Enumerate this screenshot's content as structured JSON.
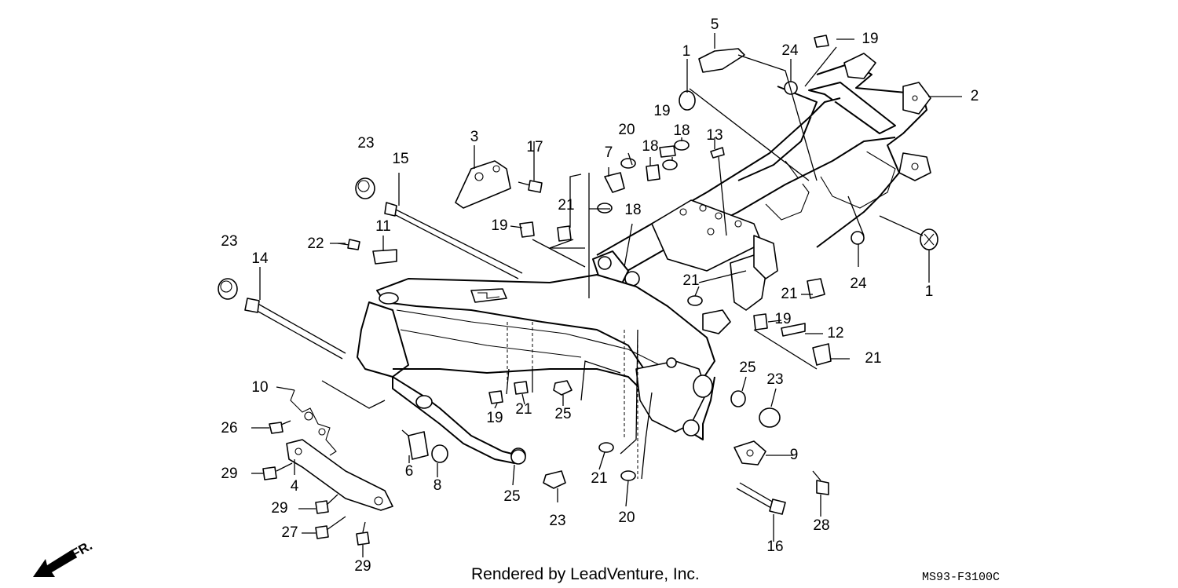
{
  "footer": {
    "credit": "Rendered by LeadVenture, Inc.",
    "diagram_code": "MS93-F3100C"
  },
  "direction_indicator": "FR.",
  "callouts": [
    {
      "id": "c1a",
      "label": "1"
    },
    {
      "id": "c1b",
      "label": "1"
    },
    {
      "id": "c2",
      "label": "2"
    },
    {
      "id": "c3",
      "label": "3"
    },
    {
      "id": "c4",
      "label": "4"
    },
    {
      "id": "c5",
      "label": "5"
    },
    {
      "id": "c6",
      "label": "6"
    },
    {
      "id": "c7",
      "label": "7"
    },
    {
      "id": "c8",
      "label": "8"
    },
    {
      "id": "c9",
      "label": "9"
    },
    {
      "id": "c10",
      "label": "10"
    },
    {
      "id": "c11",
      "label": "11"
    },
    {
      "id": "c12",
      "label": "12"
    },
    {
      "id": "c13",
      "label": "13"
    },
    {
      "id": "c14",
      "label": "14"
    },
    {
      "id": "c15",
      "label": "15"
    },
    {
      "id": "c16",
      "label": "16"
    },
    {
      "id": "c17",
      "label": "17"
    },
    {
      "id": "c18a",
      "label": "18"
    },
    {
      "id": "c18b",
      "label": "18"
    },
    {
      "id": "c18c",
      "label": "18"
    },
    {
      "id": "c19a",
      "label": "19"
    },
    {
      "id": "c19b",
      "label": "19"
    },
    {
      "id": "c19c",
      "label": "19"
    },
    {
      "id": "c19d",
      "label": "19"
    },
    {
      "id": "c19e",
      "label": "19"
    },
    {
      "id": "c20a",
      "label": "20"
    },
    {
      "id": "c20b",
      "label": "20"
    },
    {
      "id": "c21a",
      "label": "21"
    },
    {
      "id": "c21b",
      "label": "21"
    },
    {
      "id": "c21c",
      "label": "21"
    },
    {
      "id": "c21d",
      "label": "21"
    },
    {
      "id": "c21e",
      "label": "21"
    },
    {
      "id": "c21f",
      "label": "21"
    },
    {
      "id": "c22",
      "label": "22"
    },
    {
      "id": "c23a",
      "label": "23"
    },
    {
      "id": "c23b",
      "label": "23"
    },
    {
      "id": "c23c",
      "label": "23"
    },
    {
      "id": "c23d",
      "label": "23"
    },
    {
      "id": "c24a",
      "label": "24"
    },
    {
      "id": "c24b",
      "label": "24"
    },
    {
      "id": "c25a",
      "label": "25"
    },
    {
      "id": "c25b",
      "label": "25"
    },
    {
      "id": "c25c",
      "label": "25"
    },
    {
      "id": "c26",
      "label": "26"
    },
    {
      "id": "c27",
      "label": "27"
    },
    {
      "id": "c28",
      "label": "28"
    },
    {
      "id": "c29a",
      "label": "29"
    },
    {
      "id": "c29b",
      "label": "29"
    },
    {
      "id": "c29c",
      "label": "29"
    }
  ]
}
